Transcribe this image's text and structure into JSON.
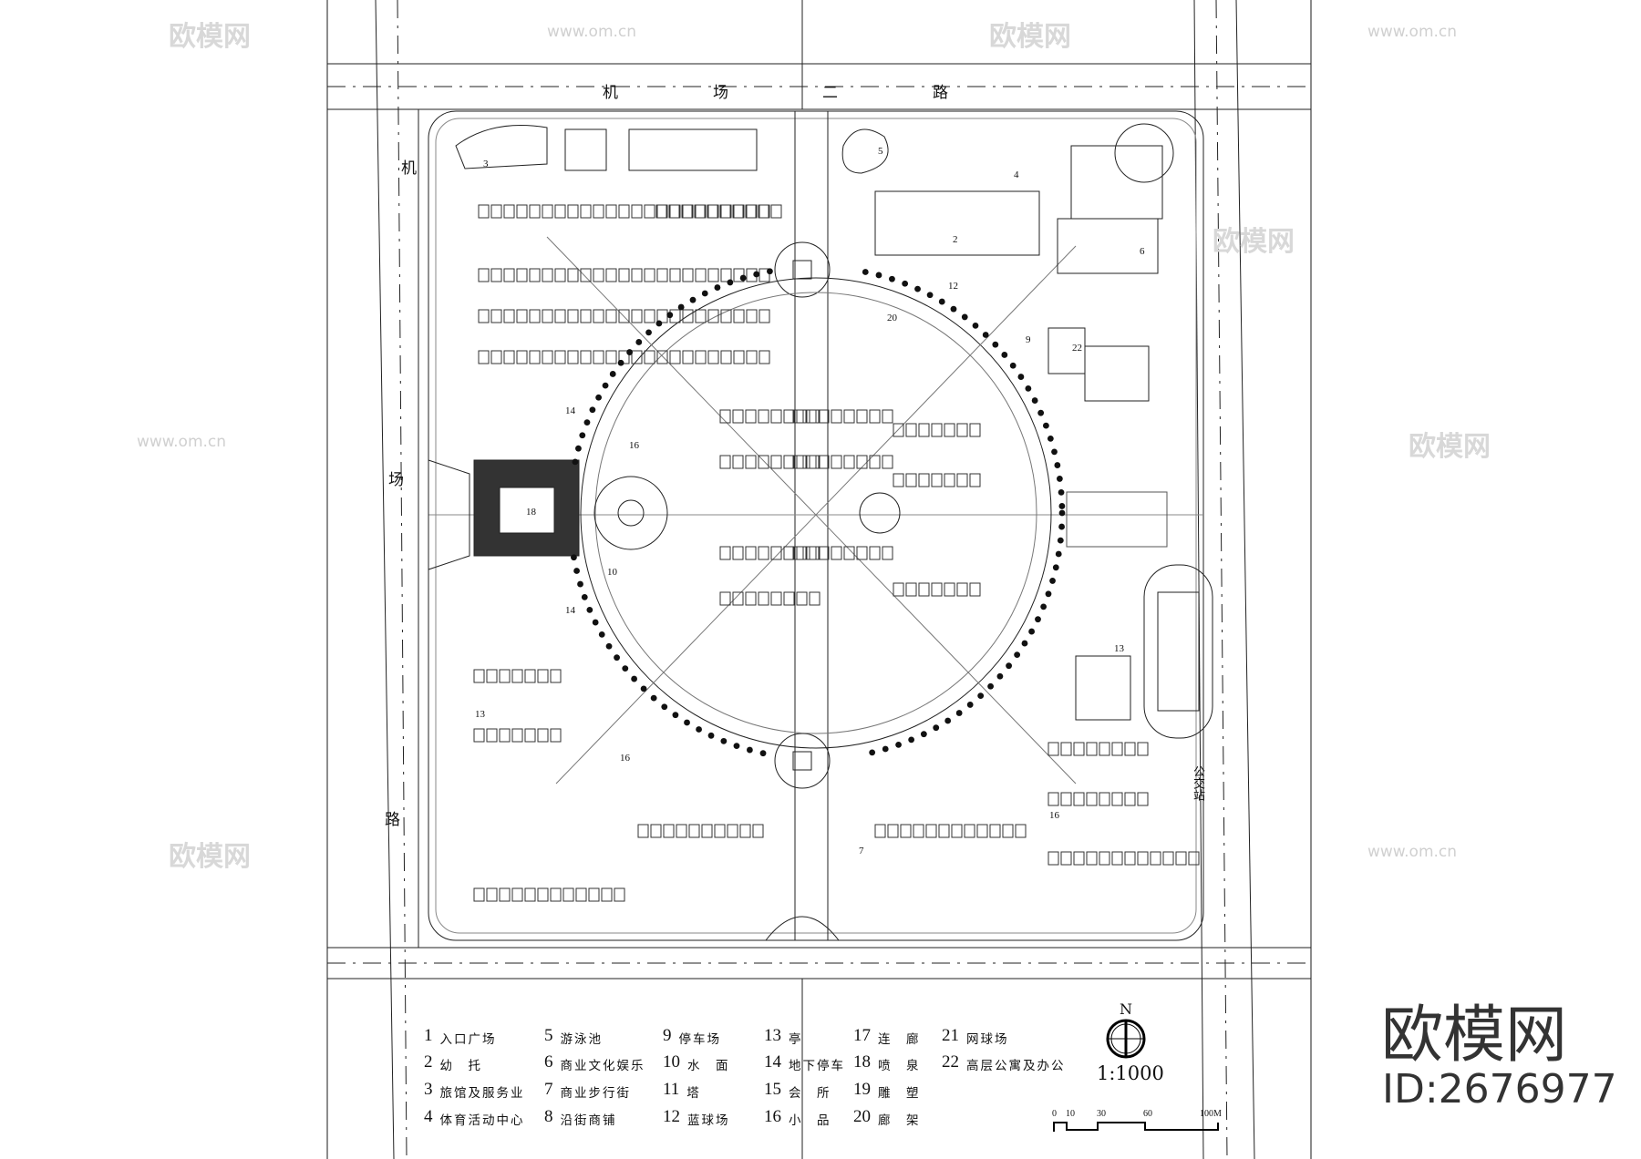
{
  "roads": {
    "top_road": [
      "机",
      "场",
      "二",
      "路"
    ],
    "left_road": [
      "机",
      "场",
      "路"
    ]
  },
  "plan_labels": [
    "3",
    "5",
    "4",
    "2",
    "12",
    "6",
    "9",
    "22",
    "20",
    "16",
    "18",
    "10",
    "14",
    "14",
    "13",
    "13",
    "16",
    "7",
    "16",
    "公交站"
  ],
  "legend": [
    {
      "num": "1",
      "text": "入口广场"
    },
    {
      "num": "2",
      "text": "幼　托"
    },
    {
      "num": "3",
      "text": "旅馆及服务业"
    },
    {
      "num": "4",
      "text": "体育活动中心"
    },
    {
      "num": "5",
      "text": "游泳池"
    },
    {
      "num": "6",
      "text": "商业文化娱乐"
    },
    {
      "num": "7",
      "text": "商业步行街"
    },
    {
      "num": "8",
      "text": "沿街商铺"
    },
    {
      "num": "9",
      "text": "停车场"
    },
    {
      "num": "10",
      "text": "水　面"
    },
    {
      "num": "11",
      "text": "塔"
    },
    {
      "num": "12",
      "text": "蓝球场"
    },
    {
      "num": "13",
      "text": "亭"
    },
    {
      "num": "14",
      "text": "地下停车"
    },
    {
      "num": "15",
      "text": "会　所"
    },
    {
      "num": "16",
      "text": "小　品"
    },
    {
      "num": "17",
      "text": "连　廊"
    },
    {
      "num": "18",
      "text": "喷　泉"
    },
    {
      "num": "19",
      "text": "雕　塑"
    },
    {
      "num": "20",
      "text": "廊　架"
    },
    {
      "num": "21",
      "text": "网球场"
    },
    {
      "num": "22",
      "text": "高层公寓及办公"
    }
  ],
  "north_arrow": {
    "label": "N",
    "scale": "1:1000"
  },
  "scale_bar": [
    "0",
    "10",
    "30",
    "60",
    "100M"
  ],
  "watermark": {
    "brand": "欧模网",
    "id": "ID:2676977",
    "url": "www.om.cn"
  }
}
